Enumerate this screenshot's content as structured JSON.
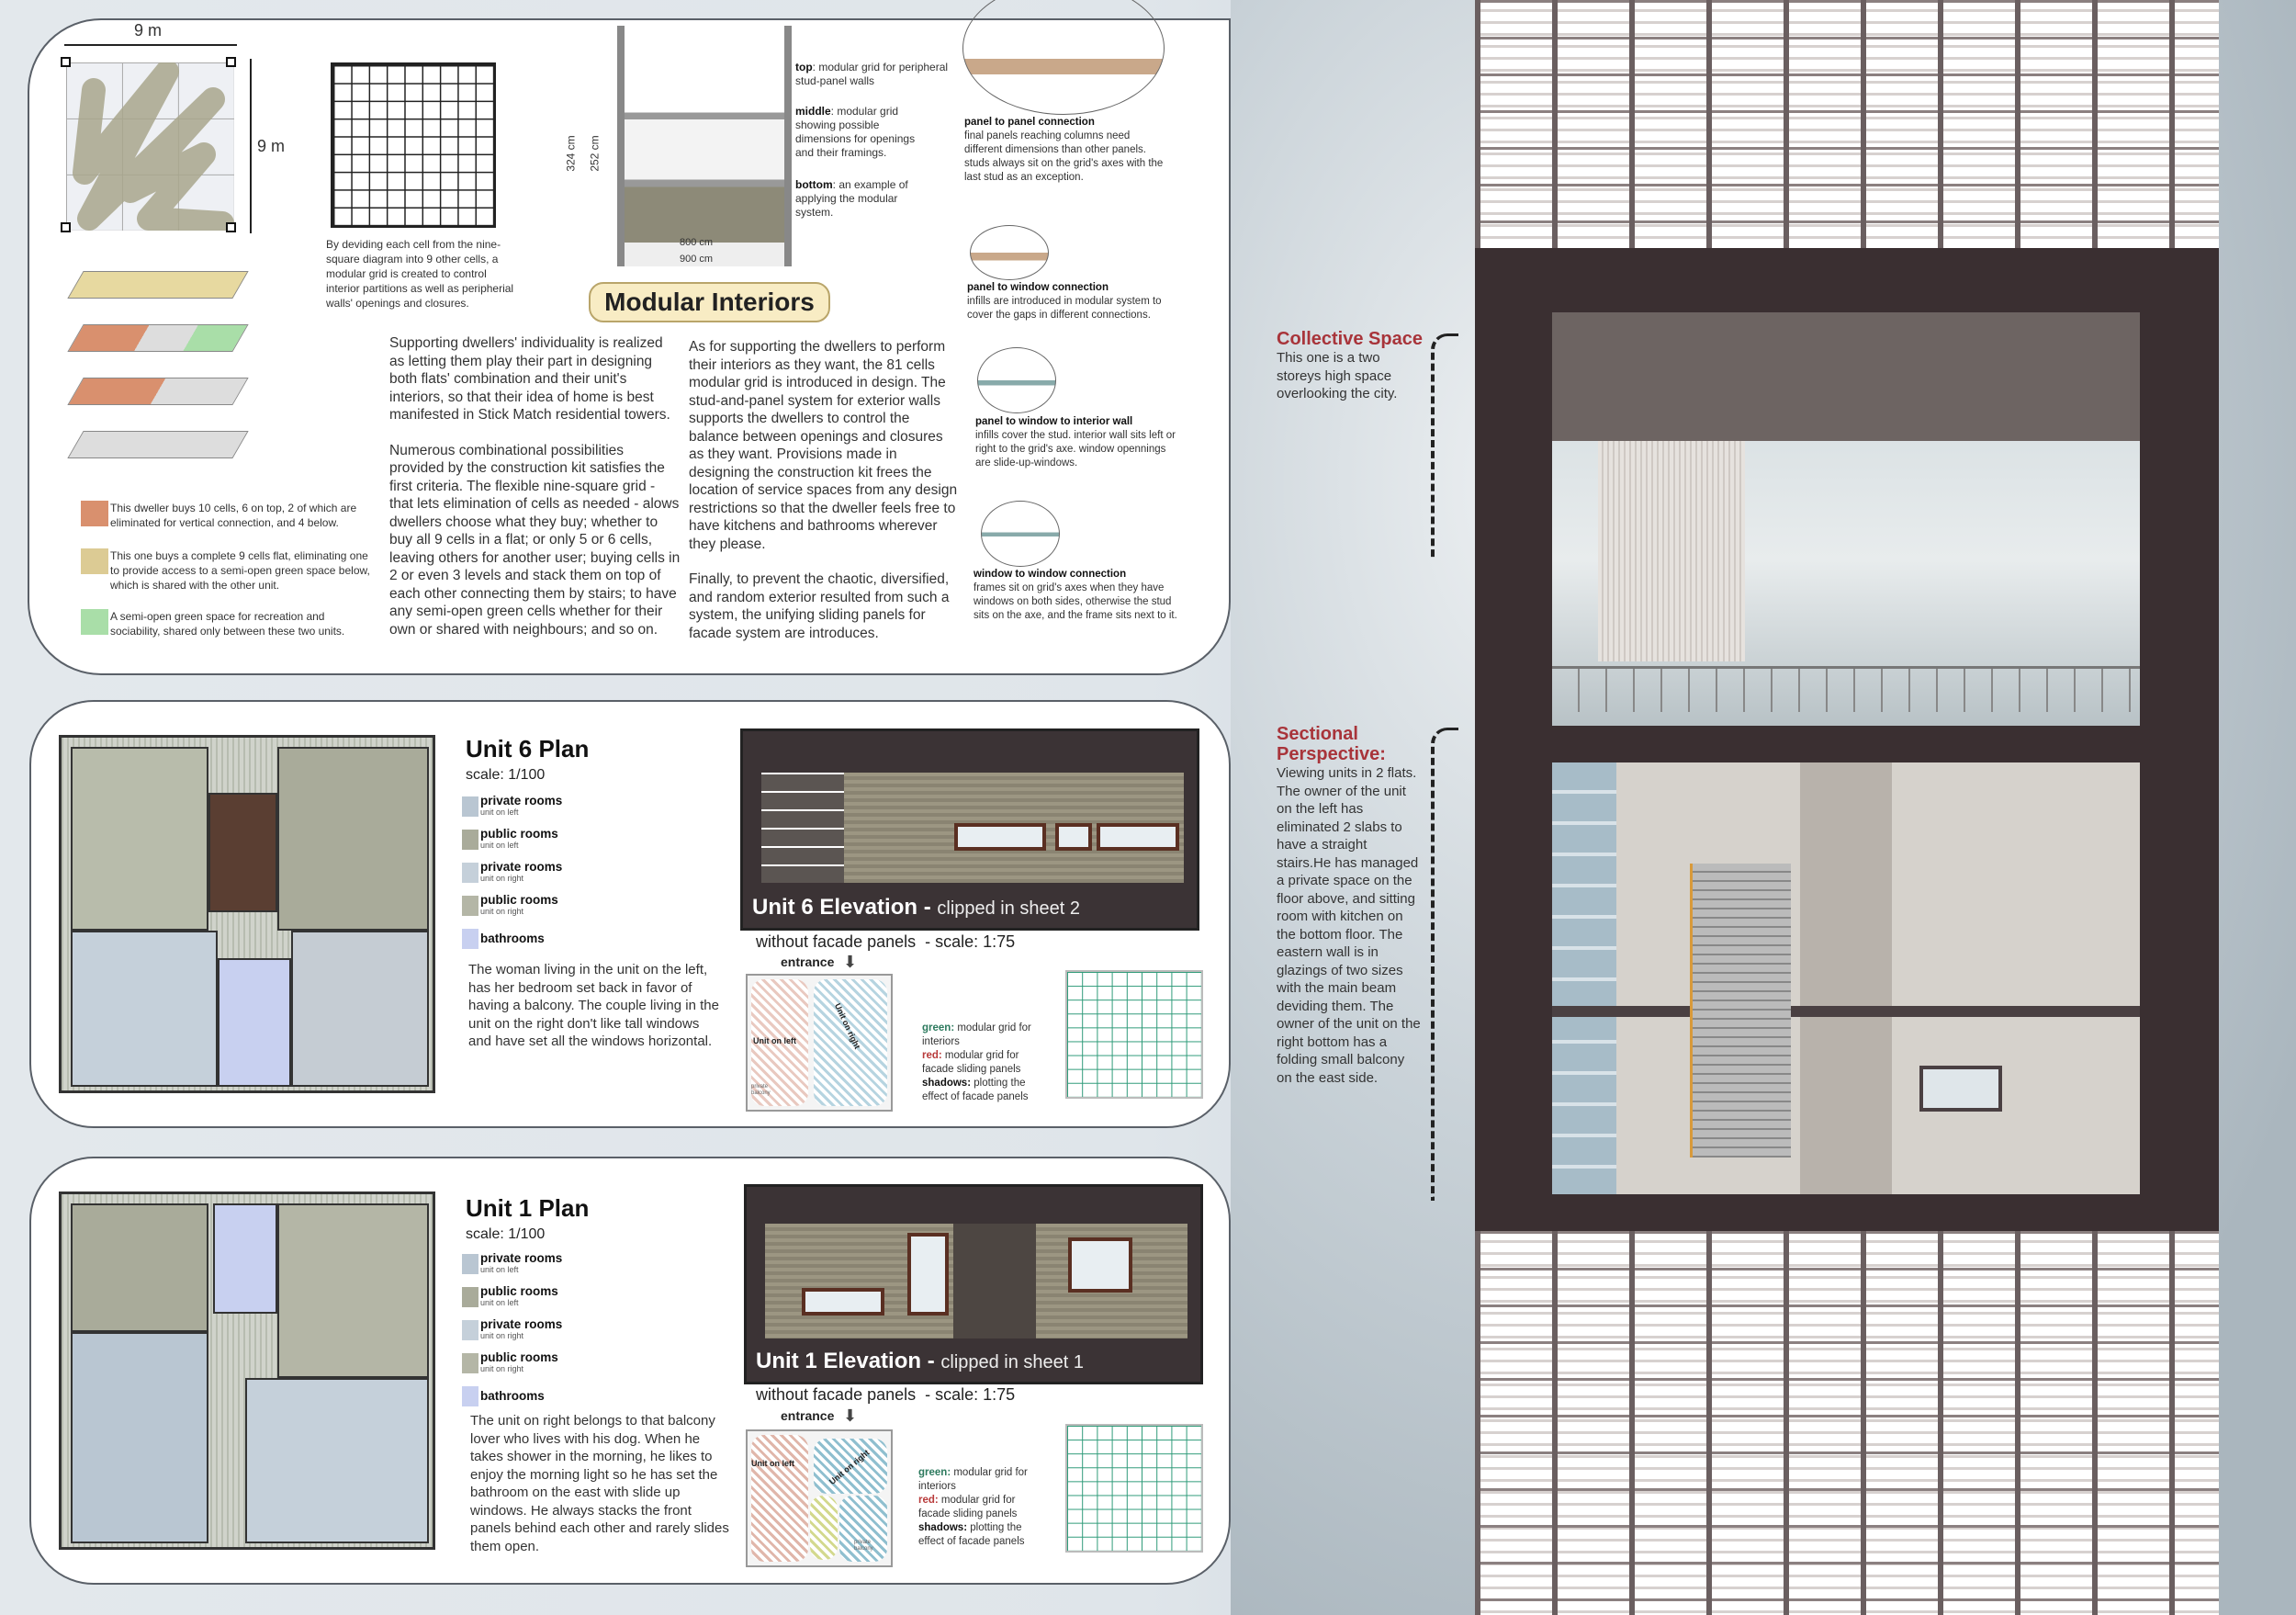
{
  "modular": {
    "dim_width": "9 m",
    "dim_height": "9 m",
    "grid_caption": "By deviding each cell from the nine-square diagram into 9 other cells, a modular grid is created to control interior partitions as well as peripherial walls' openings and closures.",
    "dim_324": "324 cm",
    "dim_252": "252 cm",
    "dim_800": "800 cm",
    "dim_900": "900 cm",
    "top_label": "top",
    "top_text": ": modular grid for peripheral stud-panel walls",
    "middle_label": "middle",
    "middle_text": ": modular grid showing possible dimensions for openings and their framings.",
    "bottom_label": "bottom",
    "bottom_text": ": an example of applying the modular system.",
    "title": "Modular Interiors",
    "col1": [
      "Supporting dwellers' individuality is realized as letting them play their part in designing both flats' combination and their unit's interiors, so that their idea of home is best manifested in Stick Match residential towers.",
      "Numerous combinational possibilities provided by the construction kit satisfies the first criteria. The flexible nine-square grid - that lets elimination of cells as needed - alows dwellers choose what they buy; whether to buy all 9 cells in a flat; or only 5 or 6 cells, leaving others for another user; buying cells in 2 or even 3 levels and stack them on top of each other connecting them by stairs; to have any semi-open green cells whether for their own or shared with neighbours; and so on."
    ],
    "col2": [
      "As for supporting the dwellers to perform their interiors as they want, the 81 cells modular grid is introduced in design. The stud-and-panel system for exterior walls supports the dwellers to control the balance between openings and closures as they want. Provisions made in designing the construction kit frees the location of service spaces from any design restrictions so that the dweller feels free to have kitchens and bathrooms wherever they please.",
      "Finally, to prevent the chaotic, diversified, and random exterior resulted from such a system, the unifying sliding panels for facade system are introduces."
    ],
    "legend": [
      {
        "color": "#d9906e",
        "text": "This dweller buys 10 cells, 6 on top, 2 of which are eliminated for vertical connection, and 4 below."
      },
      {
        "color": "#dccb94",
        "text": "This one buys a complete 9 cells flat, eliminating one to provide access to a semi-open green space below, which is shared with the other unit."
      },
      {
        "color": "#a9dea8",
        "text": "A semi-open green space for recreation and sociability, shared only between these two units."
      }
    ],
    "details": [
      {
        "title": "panel to panel connection",
        "text": "final panels reaching columns need different dimensions than other panels. studs always sit on the grid's axes with the last stud as an exception."
      },
      {
        "title": "panel to window connection",
        "text": "infills are introduced in modular system to cover the gaps in different connections."
      },
      {
        "title": "panel to window to interior wall",
        "text": "infills cover the stud. interior wall sits left or right to the grid's axe. window opennings are slide-up-windows."
      },
      {
        "title": "window to window connection",
        "text": "frames sit on grid's axes when they have windows on both sides, otherwise the stud sits on the axe, and the frame sits next to it."
      }
    ]
  },
  "legend_rooms": [
    {
      "name": "private rooms",
      "sub": "unit on left",
      "color": "#b9c6d2"
    },
    {
      "name": "public rooms",
      "sub": "unit on left",
      "color": "#a9ab9a"
    },
    {
      "name": "private rooms",
      "sub": "unit on right",
      "color": "#c5d0da"
    },
    {
      "name": "public rooms",
      "sub": "unit on right",
      "color": "#b4b6a6"
    },
    {
      "name": "bathrooms",
      "sub": "",
      "color": "#c8d0f0"
    }
  ],
  "units": [
    {
      "plan_title": "Unit 6 Plan",
      "scale": "scale: 1/100",
      "story": "The woman living in the unit on the left, has her bedroom set back in favor of having a balcony. The couple living in the unit on the right don't like tall windows and have set all the windows horizontal.",
      "elev_title": "Unit 6 Elevation - ",
      "elev_clip": "clipped in sheet 2",
      "elev_sub": "without facade panels  - scale: 1:75",
      "entrance": "entrance",
      "unit_left": "Unit on left",
      "unit_right": "Unit on right",
      "balcony": "private balcony"
    },
    {
      "plan_title": "Unit 1 Plan",
      "scale": "scale: 1/100",
      "story": "The unit on right belongs to that balcony lover who lives with his dog. When he takes shower in the morning, he likes to enjoy the morning light so he has set the bathroom on the east with slide up windows. He always stacks the front panels behind each other and rarely slides them open.",
      "elev_title": "Unit 1 Elevation - ",
      "elev_clip": "clipped in sheet 1",
      "elev_sub": "without facade panels  - scale: 1:75",
      "entrance": "entrance",
      "unit_left": "Unit on left",
      "unit_right": "Unit on right",
      "balcony": "private balcony"
    }
  ],
  "grid_legend": {
    "green_label": "green:",
    "green_text": " modular grid for interiors",
    "red_label": "red:",
    "red_text": " modular grid for facade sliding panels",
    "shadow_label": "shadows:",
    "shadow_text": " plotting the effect of facade panels"
  },
  "collective": {
    "title": "Collective Space",
    "text": "This one is a two storeys high space overlooking the city."
  },
  "sectional": {
    "title": "Sectional Perspective:",
    "text": "Viewing units in 2 flats. The owner of the unit on the left has eliminated 2 slabs to have a straight stairs.He has managed a private space on the floor above, and sitting room with kitchen on the bottom floor. The eastern wall is in glazings of two sizes with the main beam deviding them. The owner of the unit on the right bottom has a folding small balcony on the east side."
  },
  "colors": {
    "accent_red": "#a8343a",
    "badge": "#f8ecc4",
    "grid_green": "#2d9a78"
  }
}
